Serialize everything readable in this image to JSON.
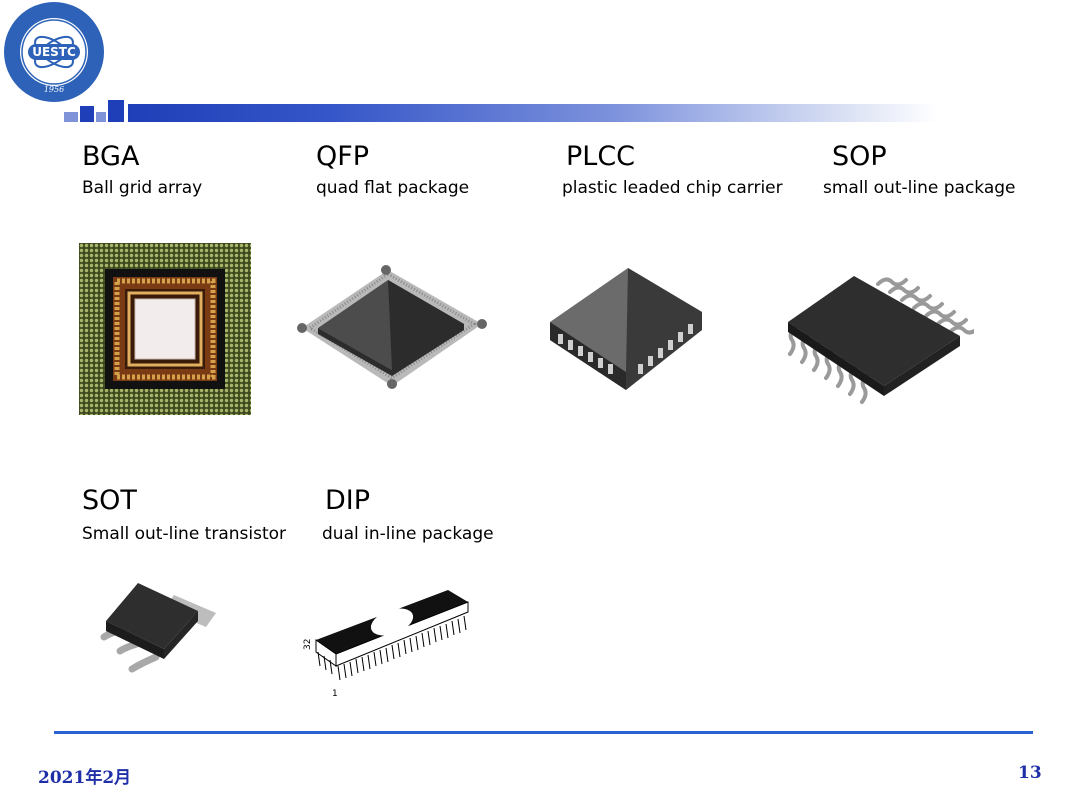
{
  "packages": [
    {
      "abbr": "BGA",
      "name": "Ball grid array",
      "icon": "bga-chip-image"
    },
    {
      "abbr": "QFP",
      "name": "quad flat package",
      "icon": "qfp-chip-image"
    },
    {
      "abbr": "PLCC",
      "name": "plastic leaded chip carrier",
      "icon": "plcc-chip-image"
    },
    {
      "abbr": "SOP",
      "name": "small out-line package",
      "icon": "sop-chip-image"
    },
    {
      "abbr": "SOT",
      "name": "Small out-line transistor",
      "icon": "sot-chip-image"
    },
    {
      "abbr": "DIP",
      "name": "dual in-line package",
      "icon": "dip-chip-image"
    }
  ],
  "logo": {
    "text": "UESTC",
    "year": "1956"
  },
  "dip_pins": {
    "top": "32",
    "bottom": "1"
  },
  "footer": {
    "date": "2021年2月",
    "page": "13"
  },
  "colors": {
    "accent": "#2a62d6",
    "footer_text": "#1f2fa8"
  }
}
